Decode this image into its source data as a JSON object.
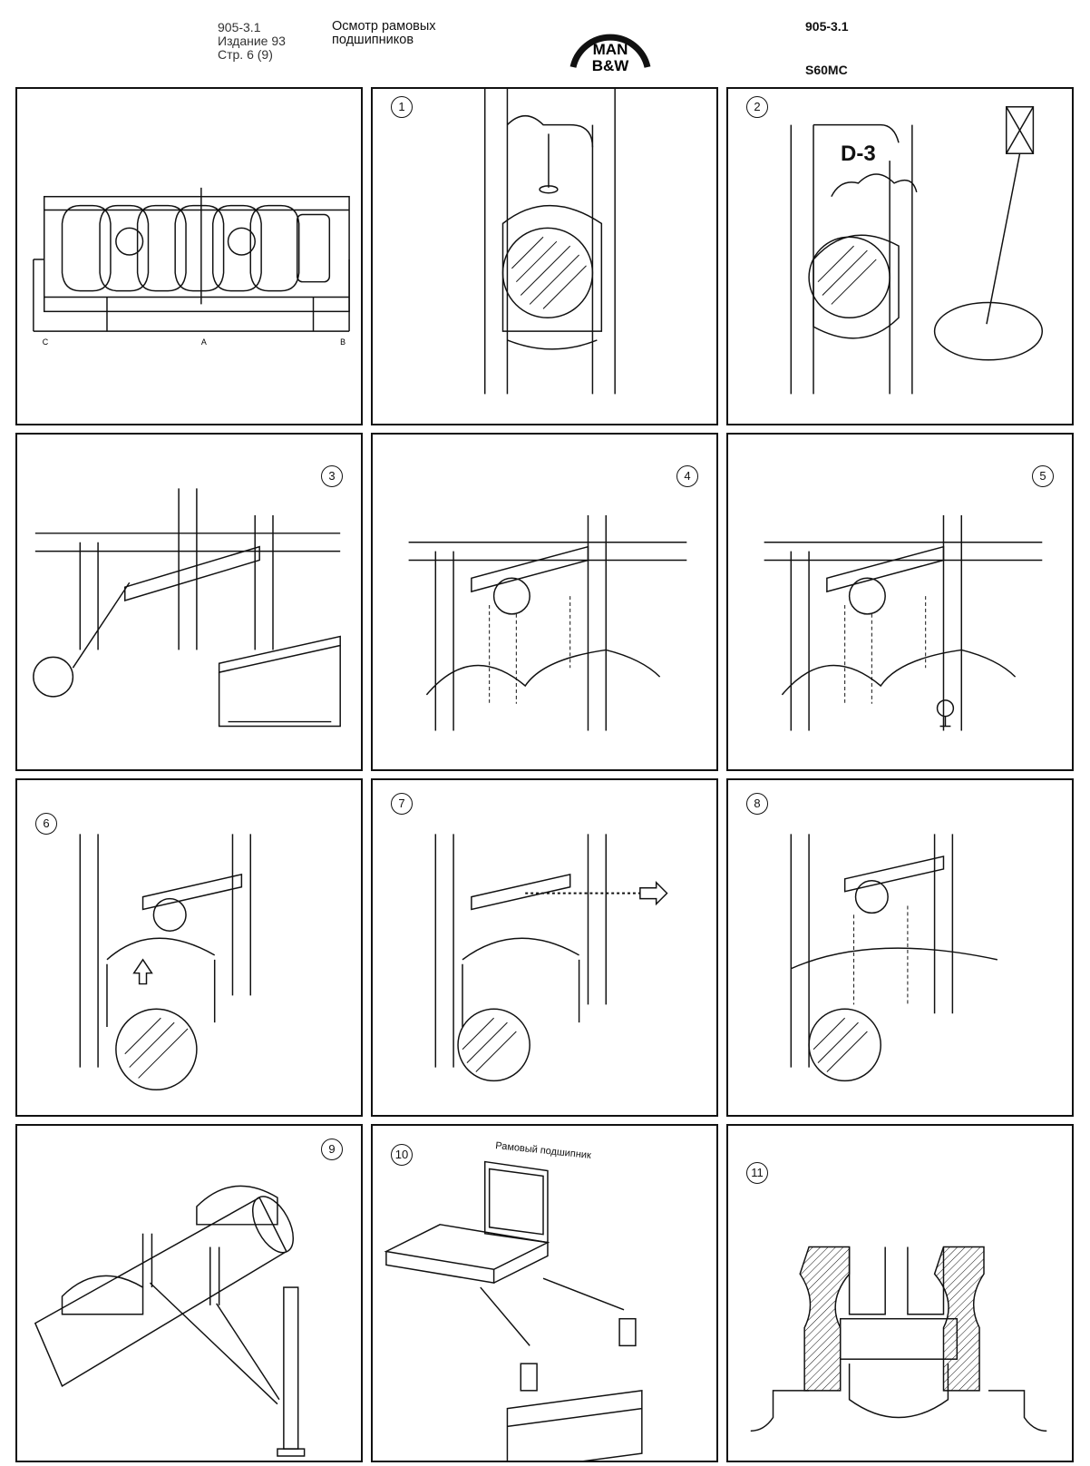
{
  "header": {
    "doc_number": "905-3.1",
    "edition": "Издание 93",
    "page": "Стр. 6 (9)",
    "title_line1": "Осмотр рамовых",
    "title_line2": "подшипников",
    "logo_line1": "MAN",
    "logo_line2": "B&W",
    "right_doc_number": "905-3.1",
    "engine_model": "S60MC"
  },
  "panels": {
    "p0": {
      "label_c": "C",
      "label_a": "A",
      "label_b": "B"
    },
    "p1": {
      "step": "1"
    },
    "p2": {
      "step": "2",
      "tag": "D-3"
    },
    "p3": {
      "step": "3"
    },
    "p4": {
      "step": "4"
    },
    "p5": {
      "step": "5"
    },
    "p6": {
      "step": "6"
    },
    "p7": {
      "step": "7"
    },
    "p8": {
      "step": "8"
    },
    "p9": {
      "step": "9"
    },
    "p10": {
      "step": "10",
      "case_label": "Рамовый подшипник"
    },
    "p11": {
      "step": "11"
    }
  }
}
